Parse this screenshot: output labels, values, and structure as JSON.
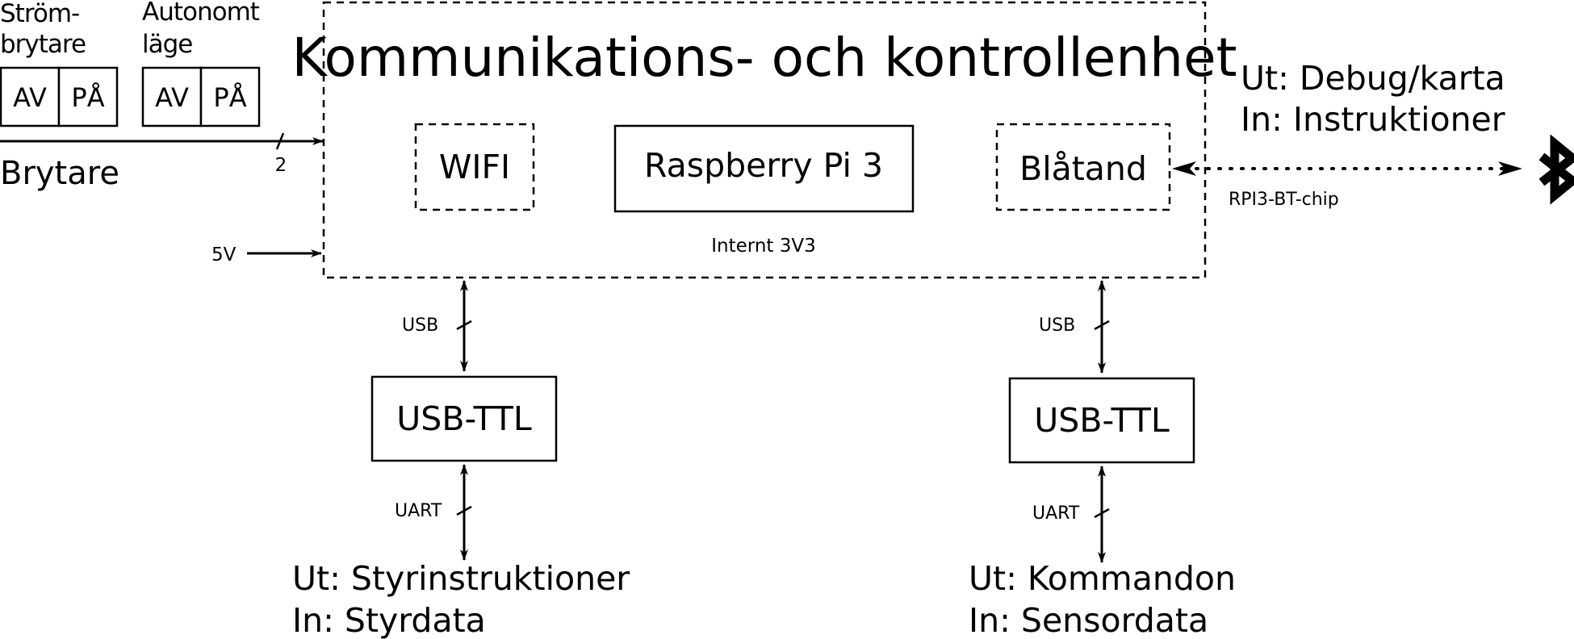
{
  "main_unit": {
    "title": "Kommunikations- och kontrollenhet",
    "wifi": "WIFI",
    "rpi": "Raspberry Pi 3",
    "bluetooth": "Blåtand",
    "internal_voltage": "Internt 3V3"
  },
  "switches": {
    "power_label_line1": "Ström-",
    "power_label_line2": "brytare",
    "autonomous_label_line1": "Autonomt",
    "autonomous_label_line2": "läge",
    "off": "AV",
    "on": "PÅ",
    "bus_label": "Brytare",
    "bus_width": "2"
  },
  "power": {
    "label": "5V"
  },
  "bt_link": {
    "line1": "Ut: Debug/karta",
    "line2": "In: Instruktioner",
    "chip": "RPI3-BT-chip"
  },
  "left_chain": {
    "usb": "USB",
    "converter": "USB-TTL",
    "uart": "UART",
    "out": "Ut: Styrinstruktioner",
    "in": "In: Styrdata"
  },
  "right_chain": {
    "usb": "USB",
    "converter": "USB-TTL",
    "uart": "UART",
    "out": "Ut: Kommandon",
    "in": "In: Sensordata"
  }
}
